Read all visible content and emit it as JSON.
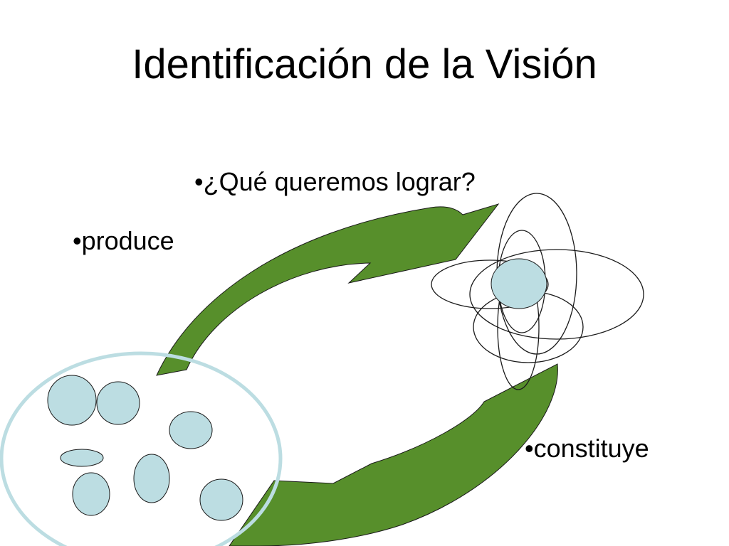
{
  "slide": {
    "title": "Identificación de la Visión"
  },
  "labels": {
    "question": "•¿Qué queremos lograr?",
    "produce": "•produce",
    "constituye": "•constituye"
  },
  "palette": {
    "arrow_fill": "#578f2b",
    "vision_center_fill": "#bcdde2",
    "group_circle_stroke": "#bcdde2",
    "cell_fill": "#bcdde2",
    "outline": "#1a1a1a"
  }
}
